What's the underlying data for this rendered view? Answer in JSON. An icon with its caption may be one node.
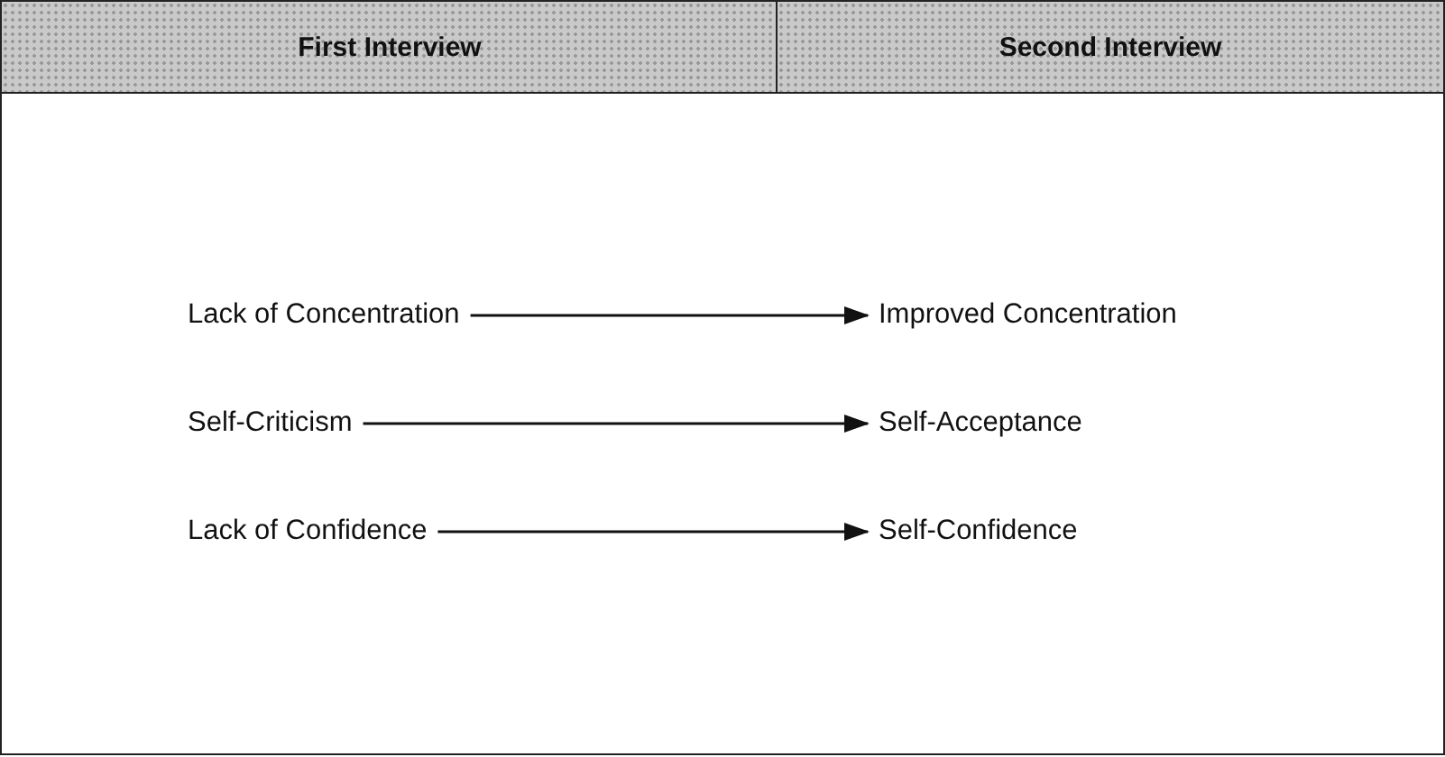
{
  "diagram": {
    "nodes": [
      {
        "text": [
          "First Interview"
        ]
      },
      {
        "text": [
          "Second Interview"
        ]
      },
      {
        "text": [
          "Lack of Concentration"
        ]
      },
      {
        "text": [
          "Improved Concentration"
        ]
      },
      {
        "text": [
          "Self-Criticism"
        ]
      },
      {
        "text": [
          "Self-Acceptance"
        ]
      },
      {
        "text": [
          "Lack of Confidence"
        ]
      },
      {
        "text": [
          "Self-Confidence"
        ]
      }
    ],
    "edges": [
      {
        "from": 2,
        "to": 3,
        "arrow": "to"
      },
      {
        "from": 4,
        "to": 5,
        "arrow": "to"
      },
      {
        "from": 6,
        "to": 7,
        "arrow": "to"
      }
    ]
  }
}
